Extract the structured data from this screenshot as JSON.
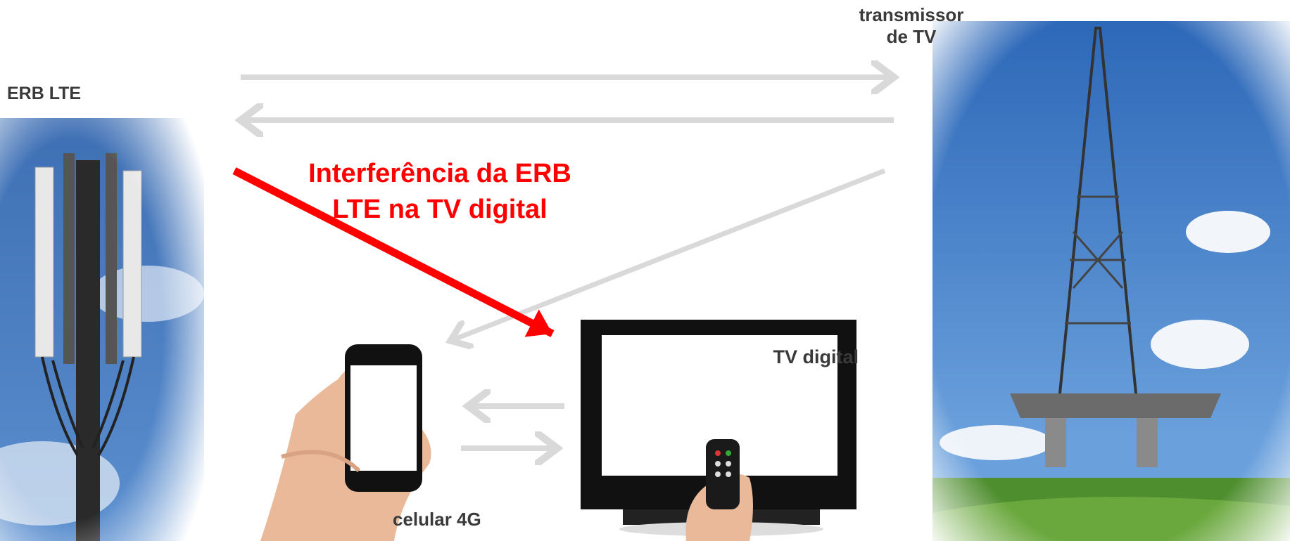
{
  "labels": {
    "erb": "ERB LTE",
    "transmitter": "transmissor\nde TV",
    "tv": "TV digital",
    "phone": "celular 4G",
    "interference": "Interferência da ERB LTE na TV digital"
  },
  "colors": {
    "interference_arrow": "#ff0000",
    "signal_arrow": "#d9d9d9",
    "label_text": "#3a3a3a"
  },
  "images": {
    "erb": "cell-tower-photo",
    "transmitter": "tv-tower-photo",
    "tv": "tv-with-remote-photo",
    "phone": "hand-holding-phone-photo"
  }
}
